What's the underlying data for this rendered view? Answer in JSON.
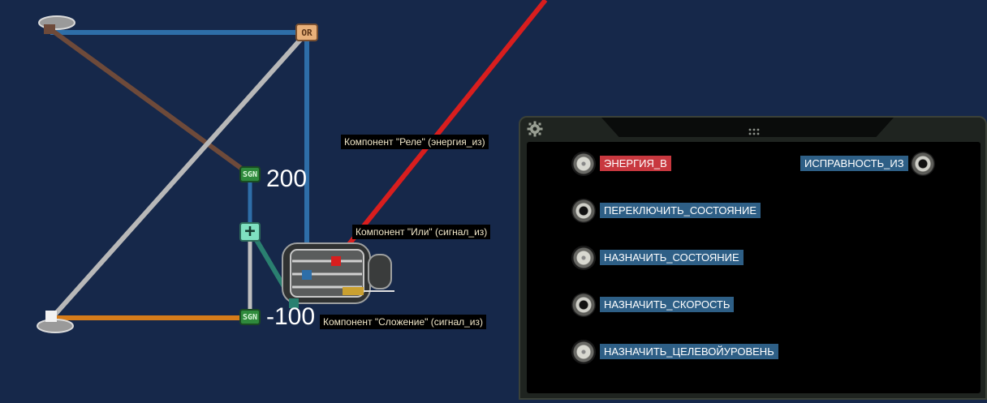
{
  "canvas": {
    "nodes": {
      "or_label": "OR",
      "sgn_label": "SGN",
      "add_symbol": "+"
    },
    "values": {
      "top": "200",
      "bottom": "-100"
    },
    "wire_labels": {
      "relay": "Компонент \"Реле\" (энергия_из)",
      "or": "Компонент \"Или\" (сигнал_из)",
      "add": "Компонент \"Сложение\" (сигнал_из)"
    },
    "colors": {
      "background": "#16284a",
      "wire_blue": "#2e6ea8",
      "wire_brown": "#6e4a3a",
      "wire_gray": "#b8b8b8",
      "wire_orange": "#d67c1a",
      "wire_red": "#d81e1e",
      "wire_teal": "#2a8070"
    }
  },
  "panel": {
    "settings_icon": "gear-icon",
    "drag_icon": "grip-dots-icon",
    "pins": {
      "power_in": "ЭНЕРГИЯ_В",
      "condition_out": "ИСПРАВНОСТЬ_ИЗ",
      "toggle_state": "ПЕРЕКЛЮЧИТЬ_СОСТОЯНИЕ",
      "set_state": "НАЗНАЧИТЬ_СОСТОЯНИЕ",
      "set_speed": "НАЗНАЧИТЬ_СКОРОСТЬ",
      "set_target_level": "НАЗНАЧИТЬ_ЦЕЛЕВОЙУРОВЕНЬ"
    },
    "colors": {
      "pin_red": "#c8383f",
      "pin_blue": "#2e5f86"
    }
  }
}
